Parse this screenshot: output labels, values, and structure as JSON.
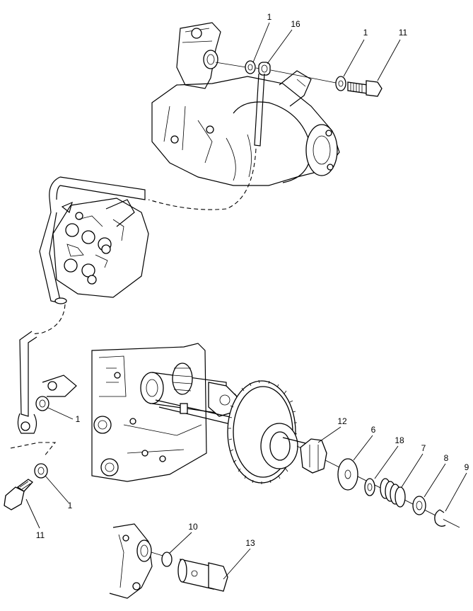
{
  "diagram": {
    "callouts": [
      {
        "id": "c1-top-left",
        "text": "1"
      },
      {
        "id": "c16",
        "text": "16"
      },
      {
        "id": "c1-top-right",
        "text": "1"
      },
      {
        "id": "c11-top",
        "text": "11"
      },
      {
        "id": "c1-mid",
        "text": "1"
      },
      {
        "id": "c1-low",
        "text": "1"
      },
      {
        "id": "c11-low",
        "text": "11"
      },
      {
        "id": "c12",
        "text": "12"
      },
      {
        "id": "c6",
        "text": "6"
      },
      {
        "id": "c18",
        "text": "18"
      },
      {
        "id": "c7",
        "text": "7"
      },
      {
        "id": "c8",
        "text": "8"
      },
      {
        "id": "c9",
        "text": "9"
      },
      {
        "id": "c10",
        "text": "10"
      },
      {
        "id": "c13",
        "text": "13"
      }
    ]
  }
}
